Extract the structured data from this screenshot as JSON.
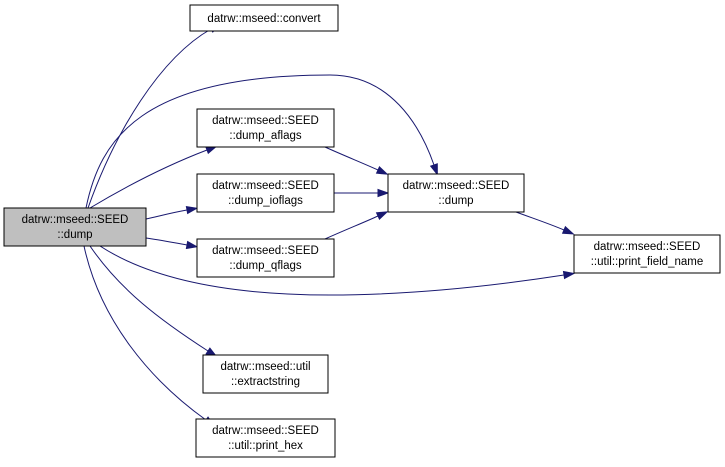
{
  "diagram": {
    "colors": {
      "node_fill": "#ffffff",
      "root_fill": "#bfbfbf",
      "node_border": "#000000",
      "edge": "#191970"
    },
    "nodes": [
      {
        "id": "root",
        "line1": "datrw::mseed::SEED",
        "line2": "::dump"
      },
      {
        "id": "convert",
        "line1": "datrw::mseed::convert"
      },
      {
        "id": "dump_aflags",
        "line1": "datrw::mseed::SEED",
        "line2": "::dump_aflags"
      },
      {
        "id": "dump_ioflags",
        "line1": "datrw::mseed::SEED",
        "line2": "::dump_ioflags"
      },
      {
        "id": "dump_qflags",
        "line1": "datrw::mseed::SEED",
        "line2": "::dump_qflags"
      },
      {
        "id": "dump2",
        "line1": "datrw::mseed::SEED",
        "line2": "::dump"
      },
      {
        "id": "print_field_name",
        "line1": "datrw::mseed::SEED",
        "line2": "::util::print_field_name"
      },
      {
        "id": "extractstring",
        "line1": "datrw::mseed::util",
        "line2": "::extractstring"
      },
      {
        "id": "print_hex",
        "line1": "datrw::mseed::SEED",
        "line2": "::util::print_hex"
      }
    ],
    "edges": [
      {
        "from": "root",
        "to": "convert"
      },
      {
        "from": "root",
        "to": "dump2"
      },
      {
        "from": "root",
        "to": "dump_aflags"
      },
      {
        "from": "root",
        "to": "dump_ioflags"
      },
      {
        "from": "root",
        "to": "dump_qflags"
      },
      {
        "from": "root",
        "to": "print_field_name"
      },
      {
        "from": "root",
        "to": "extractstring"
      },
      {
        "from": "root",
        "to": "print_hex"
      },
      {
        "from": "dump_aflags",
        "to": "dump2"
      },
      {
        "from": "dump_ioflags",
        "to": "dump2"
      },
      {
        "from": "dump_qflags",
        "to": "dump2"
      },
      {
        "from": "dump2",
        "to": "print_field_name"
      }
    ]
  }
}
